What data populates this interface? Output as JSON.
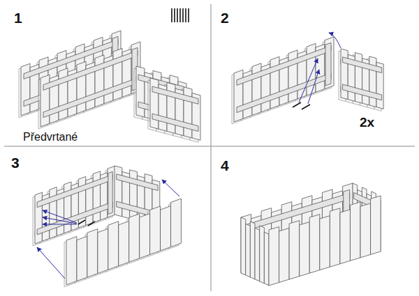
{
  "diagram": {
    "labels": [
      "1",
      "2",
      "3",
      "4",
      "Předvrtané",
      "2x"
    ]
  }
}
